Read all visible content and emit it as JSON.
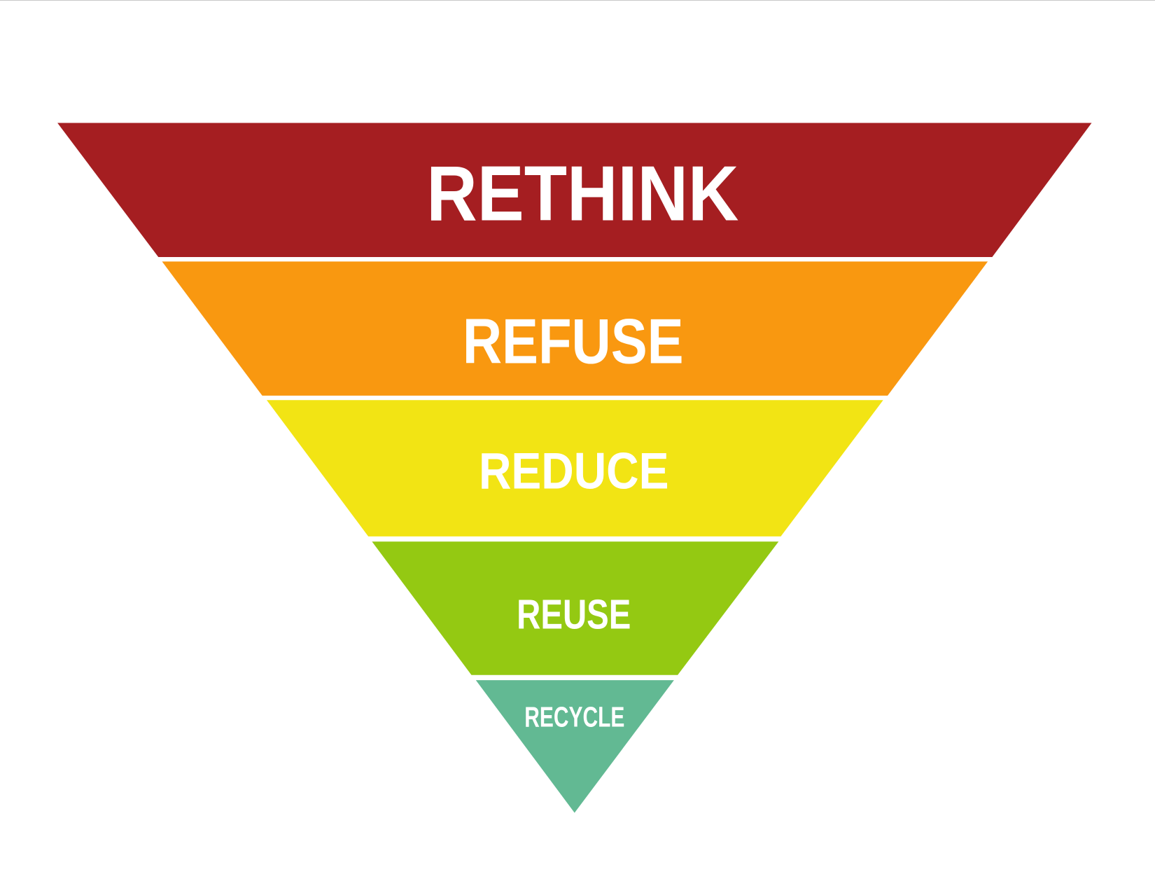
{
  "diagram": {
    "type": "inverted-pyramid",
    "levels": [
      {
        "label": "RETHINK",
        "color": "#a51e21"
      },
      {
        "label": "REFUSE",
        "color": "#f99810"
      },
      {
        "label": "REDUCE",
        "color": "#f2e414"
      },
      {
        "label": "REUSE",
        "color": "#94c912"
      },
      {
        "label": "RECYCLE",
        "color": "#62b993"
      }
    ]
  }
}
